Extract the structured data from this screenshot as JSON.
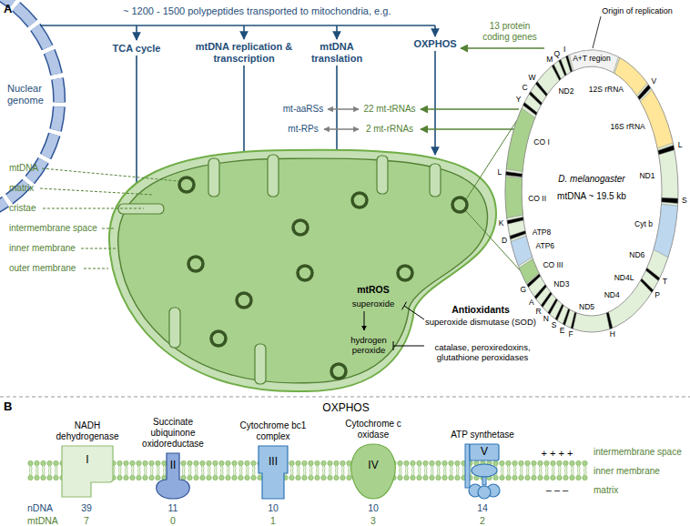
{
  "diagram": {
    "nodes": [
      {
        "text": [
          "D. melanogaster",
          "mtDNA ~ 19.5 kb"
        ]
      },
      {
        "text": [
          "NADH dehydrogenase",
          "I"
        ]
      },
      {
        "text": [
          "Succinate ubiquinone oxidoreductase",
          "II"
        ]
      },
      {
        "text": [
          "Cytochrome bc1 complex",
          "III"
        ]
      },
      {
        "text": [
          "Cytochrome c oxidase",
          "IV"
        ]
      },
      {
        "text": [
          "ATP synthetase",
          "V"
        ]
      }
    ],
    "labels": [
      "A",
      "~ 1200 - 1500 polypeptides transported to mitochondria, e.g.",
      "Nuclear genome",
      "TCA cycle",
      "mtDNA replication & transcription",
      "mtDNA translation",
      "OXPHOS",
      "13 protein coding genes",
      "Origin of replication",
      "A+T region",
      "mt-aaRSs",
      "22 mt-tRNAs",
      "mt-RPs",
      "2 mt-rRNAs",
      "mtDNA",
      "matrix",
      "cristae",
      "intermembrane space",
      "inner membrane",
      "outer membrane",
      "mtROS",
      "superoxide",
      "Antioxidants",
      "superoxide dismutase (SOD)",
      "hydrogen peroxide",
      "catalase, peroxiredoxins, glutathione peroxidases",
      "M",
      "Q",
      "I",
      "12S rRNA",
      "16S rRNA",
      "V",
      "L",
      "ND1",
      "S",
      "Cyt b",
      "ND6",
      "ND4L",
      "T",
      "P",
      "ND4",
      "H",
      "ND5",
      "A",
      "R",
      "N",
      "S",
      "E",
      "F",
      "ND3",
      "G",
      "CO III",
      "ATP6",
      "ATP8",
      "K",
      "D",
      "CO II",
      "L",
      "CO I",
      "C",
      "W",
      "Y",
      "ND2",
      "B",
      "OXPHOS",
      "intermembrane space",
      "inner membrane",
      "matrix",
      "+ + + +",
      "– – –",
      "nDNA",
      "39",
      "11",
      "10",
      "10",
      "14",
      "mtDNA",
      "7",
      "0",
      "1",
      "3",
      "2"
    ]
  }
}
